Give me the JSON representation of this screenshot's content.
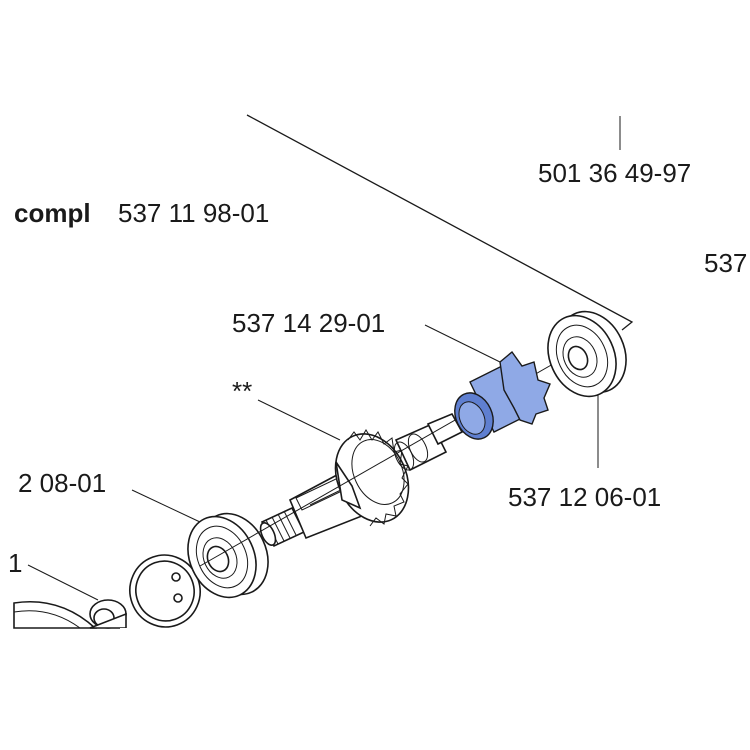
{
  "labels": {
    "top_right_number": "501 36 49-97",
    "compl_word": "compl",
    "compl_number": "537 11 98-01",
    "cut_right": "537",
    "sleeve_number": "537 14 29-01",
    "double_star": "**",
    "left_number": "2 08-01",
    "bearing_number": "537 12 06-01",
    "left_cut_1": "1"
  },
  "colors": {
    "highlight": "#8fa9e6",
    "highlight_dark": "#5f7fd0",
    "line": "#1a1a1a"
  }
}
